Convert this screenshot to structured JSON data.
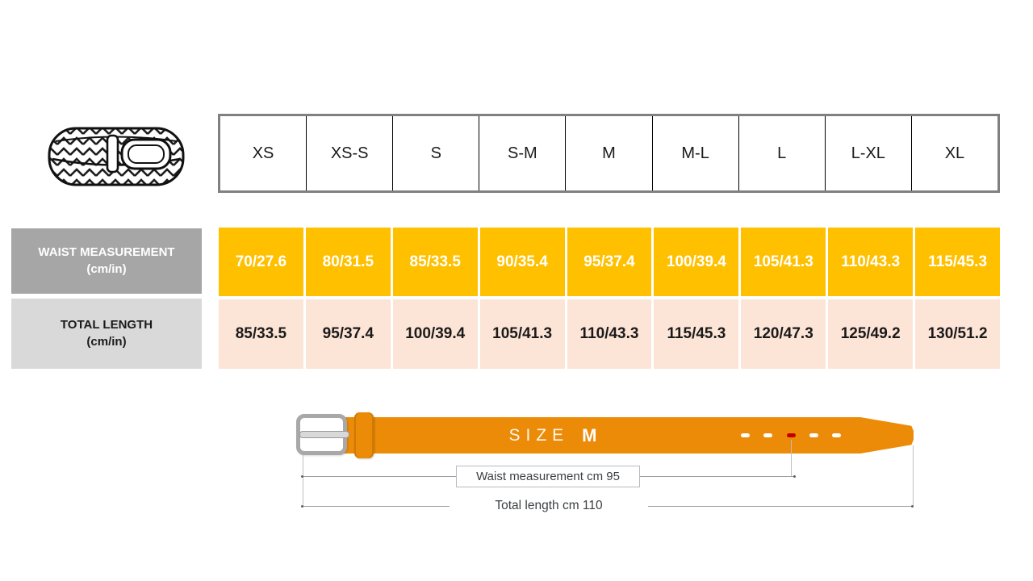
{
  "table": {
    "sizes": [
      "XS",
      "XS-S",
      "S",
      "S-M",
      "M",
      "M-L",
      "L",
      "L-XL",
      "XL"
    ],
    "waist": {
      "label": "WAIST MEASUREMENT",
      "unit": "(cm/in)",
      "values": [
        "70/27.6",
        "80/31.5",
        "85/33.5",
        "90/35.4",
        "95/37.4",
        "100/39.4",
        "105/41.3",
        "110/43.3",
        "115/45.3"
      ]
    },
    "length": {
      "label": "TOTAL LENGTH",
      "unit": "(cm/in)",
      "values": [
        "85/33.5",
        "95/37.4",
        "100/39.4",
        "105/41.3",
        "110/43.3",
        "115/45.3",
        "120/47.3",
        "125/49.2",
        "130/51.2"
      ]
    }
  },
  "diagram": {
    "size_word": "SIZE",
    "size_value": "M",
    "waist_annotation": "Waist measurement cm 95",
    "length_annotation": "Total length cm 110"
  },
  "colors": {
    "waist_cell_bg": "#FFC000",
    "length_cell_bg": "#FCE4D6",
    "waist_label_bg": "#A6A6A6",
    "length_label_bg": "#D9D9D9",
    "belt": "#EC8B07",
    "selected_hole": "#C00000"
  }
}
